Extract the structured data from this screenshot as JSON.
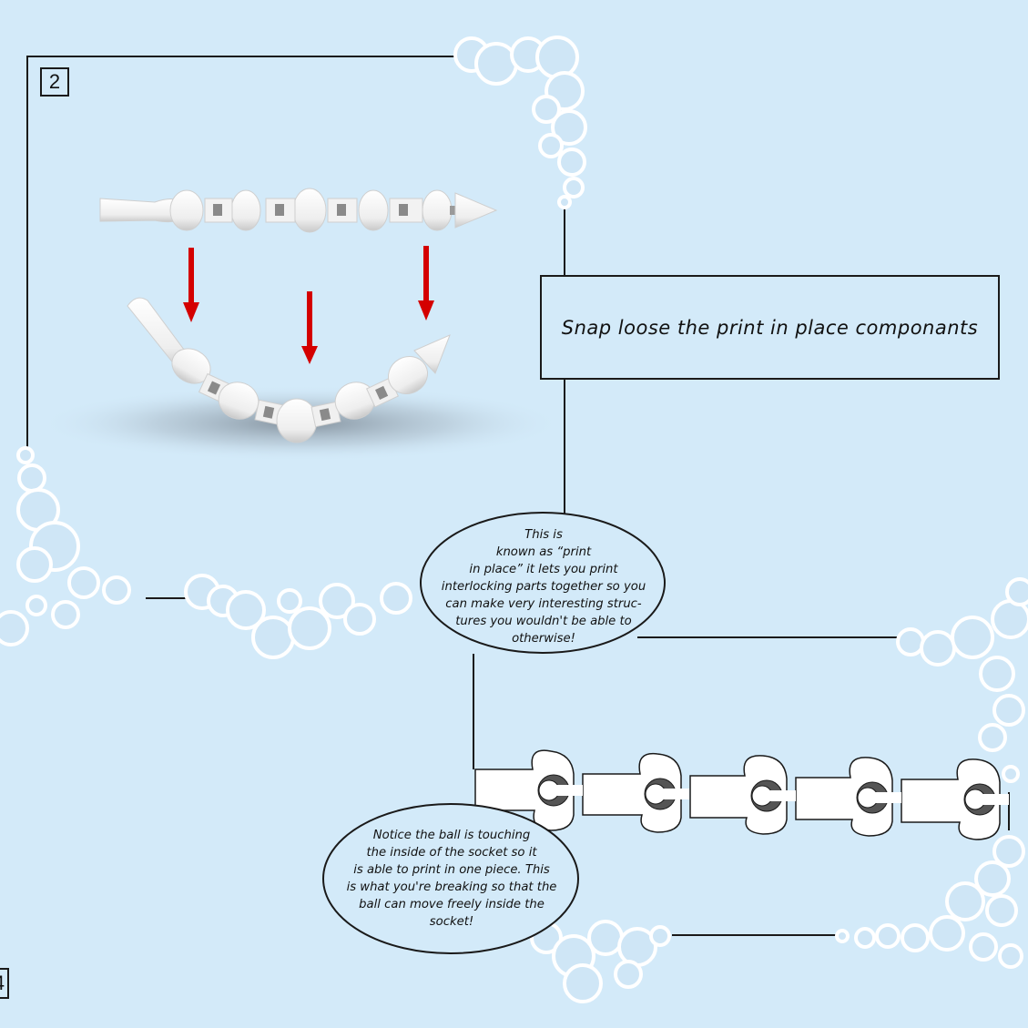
{
  "step": {
    "number": "2",
    "next_partial": "4"
  },
  "title": "Snap loose the print in place componants",
  "callouts": {
    "print_in_place": [
      "This is",
      "known as “print",
      "in place” it lets you print",
      "interlocking parts together so you",
      "can make very interesting struc-",
      "tures you wouldn't be able to",
      "otherwise!"
    ],
    "ball_socket": [
      "Notice the ball is touching",
      "the inside of the socket so it",
      "is able to print in one piece. This",
      "is what you're breaking so that the",
      "ball can move freely inside the",
      "socket!"
    ]
  },
  "colors": {
    "background": "#d3eaf9",
    "bubble_outline": "#ffffff",
    "bubble_fill": "#cfe6f6",
    "arrow": "#d40000",
    "part_fill": "#f6f6f6",
    "line": "#1a1a1a"
  }
}
